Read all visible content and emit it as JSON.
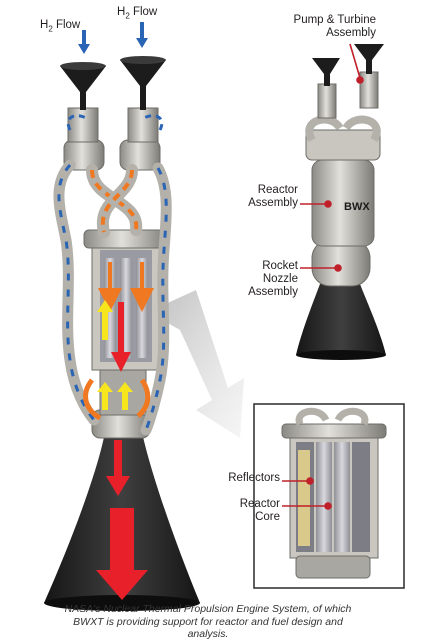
{
  "flow_labels": {
    "left": {
      "pre": "H",
      "sub": "2",
      "post": " Flow"
    },
    "right": {
      "pre": "H",
      "sub": "2",
      "post": " Flow"
    }
  },
  "callouts": {
    "pump_turbine": "Pump & Turbine\nAssembly",
    "reactor_assembly": "Reactor\nAssembly",
    "rocket_nozzle": "Rocket\nNozzle\nAssembly",
    "reflectors": "Reflectors",
    "reactor_core": "Reactor\nCore"
  },
  "logo_text": "BWX",
  "caption": "NASA's Nuclear Thermal Propulsion Engine System, of which BWXT is providing support for reactor and fuel design and analysis.",
  "colors": {
    "flow_blue": "#2a64b4",
    "flow_orange": "#f07820",
    "flow_red": "#e8202a",
    "flow_yellow": "#f7e51e",
    "callout_red": "#c0202a",
    "metal": "#b9b7b0",
    "nozzle": "#2a2a2a"
  }
}
